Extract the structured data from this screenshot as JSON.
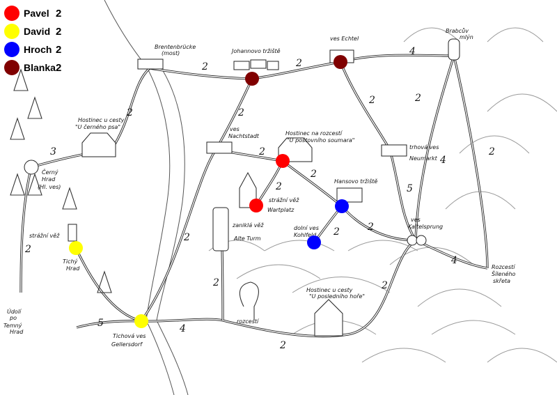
{
  "legend": [
    {
      "name": "Pavel",
      "count": "2",
      "color": "#ff0000"
    },
    {
      "name": "David",
      "count": "2",
      "color": "#ffff00"
    },
    {
      "name": "Hroch",
      "count": "2",
      "color": "#0000ff"
    },
    {
      "name": "Blanka",
      "count": "2",
      "color": "#800000"
    }
  ],
  "places": {
    "bridge": "Brentenbrücke",
    "bridge_sub": "(most)",
    "market_johann": "Johannovo tržiště",
    "echtel": "ves Echtel",
    "mill_1": "Brabcův",
    "mill_2": "mlýn",
    "nachtstadt_1": "ves",
    "nachtstadt_2": "Nachtstadt",
    "inn_cross_1": "Hostinec na rozcestí",
    "inn_cross_2": "\"U poštovního soumara\"",
    "inn_road_1": "Hostinec u cesty",
    "inn_road_2": "\"U černého psa\"",
    "black_castle_1": "Černý",
    "black_castle_2": "Hrad",
    "black_castle_3": "(Hl. ves)",
    "wartplatz_1": "strážní věž",
    "wartplatz_2": "Wartplatz",
    "hans_market": "Hansovo tržiště",
    "kohlfeld_1": "dolní ves",
    "kohlfeld_2": "Kohlfeld",
    "alte_turm_1": "zaniklá věž",
    "alte_turm_2": "Alte Turm",
    "neumarkt_1": "trhová ves",
    "neumarkt_2": "Neumarkt",
    "kalt_1": "ves",
    "kalt_2": "Kaltelsprung",
    "goblin_1": "Rozcestí",
    "goblin_2": "Šíleného",
    "goblin_3": "skřeta",
    "quiet_castle_1": "strážní věž",
    "quiet_castle_2": "Tichý",
    "quiet_castle_3": "Hrad",
    "valley_1": "Údolí",
    "valley_2": "po",
    "valley_3": "Temný",
    "valley_4": "Hrad",
    "gellers_1": "Tichová ves",
    "gellers_2": "Gellersdorf",
    "inn_last_1": "Hostinec u cesty",
    "inn_last_2": "\"U posledního hoře\"",
    "crossroad": "rozcestí"
  },
  "road_weights": [
    "2",
    "2",
    "4",
    "2",
    "2",
    "2",
    "2",
    "2",
    "2",
    "4",
    "5",
    "2",
    "2",
    "4",
    "2",
    "2",
    "2",
    "2",
    "2",
    "5",
    "3",
    "4",
    "2",
    "2"
  ]
}
